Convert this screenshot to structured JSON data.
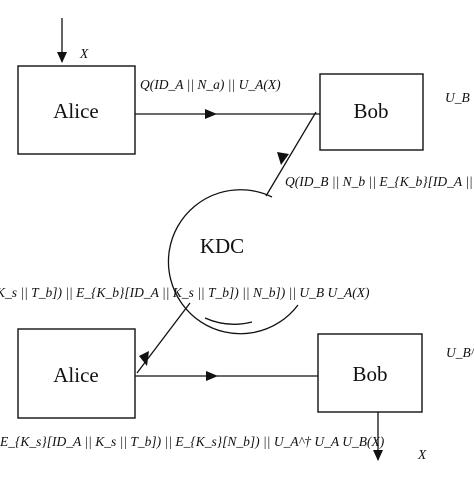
{
  "nodes": {
    "alice_top": "Alice",
    "bob_top": "Bob",
    "kdc": "KDC",
    "alice_bottom": "Alice",
    "bob_bottom": "Bob"
  },
  "labels": {
    "input_x": "X",
    "msg1": "Q(ID_A || N_a) || U_A(X)",
    "u_b_top": "U_B",
    "msg2": "Q(ID_B || N_b || E_{K_b}[ID_A ||",
    "msg3": "K_s || T_b]) || E_{K_b}[ID_A || K_s || T_b]) || N_b]) ||   U_B U_A(X)",
    "u_b_dagger": "U_B^†",
    "msg4": "E_{K_s}[ID_A || K_s || T_b]) || E_{K_s}[N_b]) || U_A^† U_A U_B(X)",
    "output_x": "X"
  }
}
